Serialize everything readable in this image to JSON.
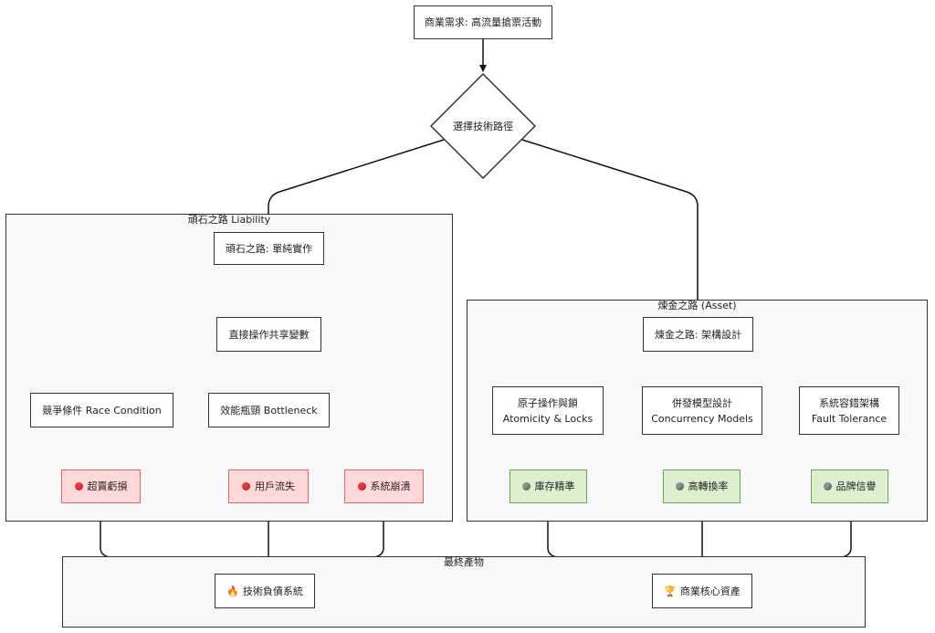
{
  "nodes": {
    "start": "商業需求: 高流量搶票活動",
    "decision": "選擇技術路徑",
    "naive": "頑石之路: 單純實作",
    "shared": "直接操作共享變數",
    "race": "競爭條件 Race Condition",
    "bottleneck": "效能瓶頸 Bottleneck",
    "oversell": "超賣虧損",
    "churn": "用戶流失",
    "crash": "系統崩潰",
    "arch": "煉金之路: 架構設計",
    "atomic_l1": "原子操作與鎖",
    "atomic_l2": "Atomicity & Locks",
    "conc_l1": "併發模型設計",
    "conc_l2": "Concurrency Models",
    "fault_l1": "系統容錯架構",
    "fault_l2": "Fault Tolerance",
    "inventory": "庫存精準",
    "conversion": "高轉換率",
    "brand": "品牌信譽",
    "debt": "技術負債系統",
    "asset": "商業核心資產"
  },
  "clusters": {
    "liability": "頑石之路 Liability",
    "asset": "煉金之路 (Asset)",
    "final": "最終產物"
  },
  "icons": {
    "red_dot": "red-circle-icon",
    "grey_dot": "grey-circle-icon",
    "fire": "fire-icon",
    "trophy": "trophy-icon"
  },
  "colors": {
    "bad_fill": "#ffd9d9",
    "bad_border": "#e06666",
    "good_fill": "#dcf0d0",
    "good_border": "#6aa84f",
    "cluster_fill": "#f8f8fb"
  }
}
